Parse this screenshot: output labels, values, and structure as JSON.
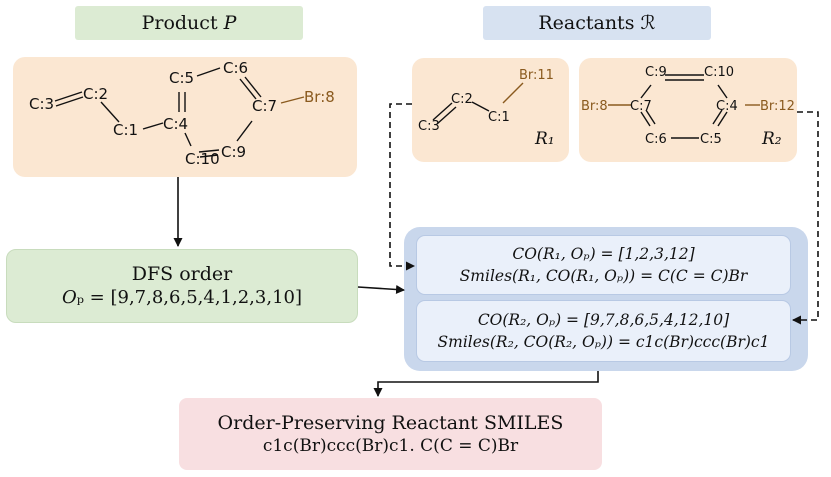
{
  "product_header": "Product 𝑃",
  "reactants_header": "Reactants ℛ",
  "product_atoms": {
    "c3": "C:3",
    "c2": "C:2",
    "c1": "C:1",
    "c4": "C:4",
    "c5": "C:5",
    "c6": "C:6",
    "c7": "C:7",
    "br8": "Br:8",
    "c10": "C:10",
    "c9": "C:9"
  },
  "r1_atoms": {
    "c3": "C:3",
    "c2": "C:2",
    "c1": "C:1",
    "br11": "Br:11"
  },
  "r1_label": "𝑅₁",
  "r2_atoms": {
    "c9": "C:9",
    "c10": "C:10",
    "br8": "Br:8",
    "c7": "C:7",
    "c4": "C:4",
    "br12": "Br:12",
    "c6": "C:6",
    "c5": "C:5"
  },
  "r2_label": "𝑅₂",
  "dfs_box": {
    "title": "DFS order",
    "order": "𝑂ₚ = [9,7,8,6,5,4,1,2,3,10]"
  },
  "r1_box": {
    "co": "𝐶𝑂(𝑅₁, 𝑂ₚ) = [1,2,3,12]",
    "smiles": "𝑆𝑚𝑖𝑙𝑒𝑠(𝑅₁, 𝐶𝑂(𝑅₁, 𝑂ₚ)) = C(C = C)Br"
  },
  "r2_box": {
    "co": "𝐶𝑂(𝑅₂, 𝑂ₚ) = [9,7,8,6,5,4,12,10]",
    "smiles": "𝑆𝑚𝑖𝑙𝑒𝑠(𝑅₂, 𝐶𝑂(𝑅₂, 𝑂ₚ)) = c1c(Br)ccc(Br)c1"
  },
  "result_box": {
    "title": "Order-Preserving  Reactant SMILES",
    "smiles": "c1c(Br)ccc(Br)c1. C(C = C)Br"
  },
  "colors": {
    "green_fill": "#dcebd3",
    "blue_fill": "#d7e2f1",
    "orange_fill": "#fbe7d2",
    "pink_fill": "#f8dfe1",
    "bromine": "#8a5a1e"
  }
}
